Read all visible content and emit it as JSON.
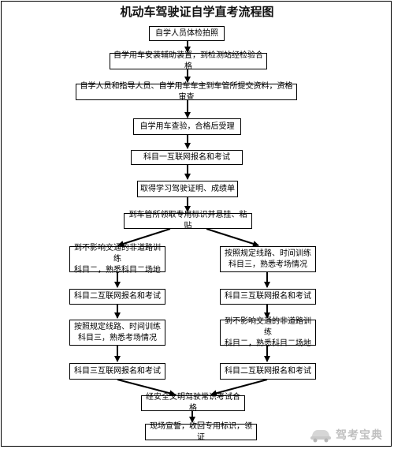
{
  "title": "机动车驾驶证自学直考流程图",
  "steps": {
    "s1": "自学人员体检拍照",
    "s2": "自学用车安装辅助装置，到检测站经检验合格",
    "s3": "自学人员和指导人员、自学用车车主到车管所提交资料，资格审查",
    "s4": "自学用车查验，合格后受理",
    "s5": "科目一互联网报名和考试",
    "s6": "取得学习驾驶证明、成绩单",
    "s7": "到车管所领取专用标识并悬挂、粘贴",
    "left_a": "到不影响交通的非道路训练\n科目二，熟悉科目二场地",
    "left_b": "科目二互联网报名和考试",
    "left_c": "按照规定线路、时间训练\n科目三，熟悉考场情况",
    "left_d": "科目三互联网报名和考试",
    "right_a": "按照规定线路、时间训练\n科目三，熟悉考场情况",
    "right_b": "科目三互联网报名和考试",
    "right_c": "到不影响交通的非道路训练\n科目二，熟悉科目二场地",
    "right_d": "科目二互联网报名和考试",
    "s8": "经安全文明驾驶常识考试合格",
    "s9": "现场宣誓，收回专用标识，领证"
  },
  "watermark": {
    "text": "驾考宝典",
    "icon": "car-icon"
  }
}
